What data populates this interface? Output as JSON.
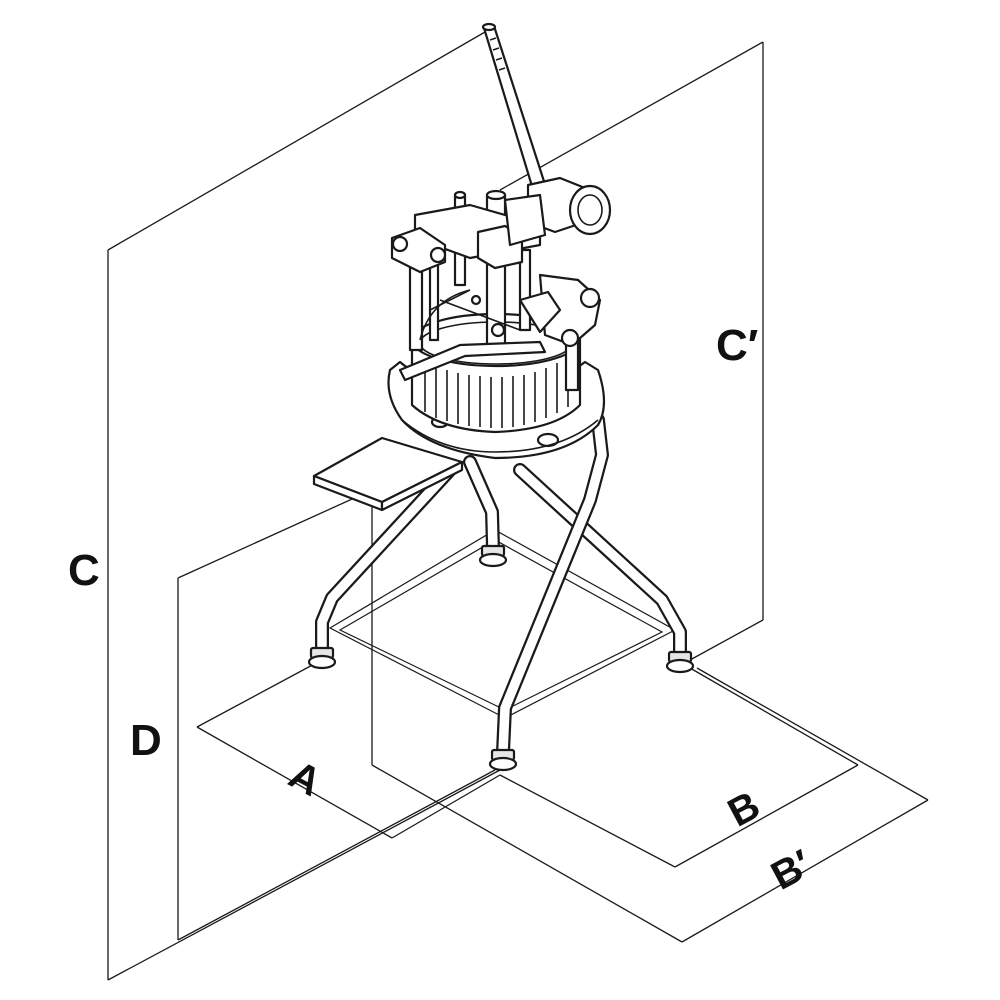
{
  "labels": {
    "a": "A",
    "b": "B",
    "b_prime": "B′",
    "c": "C",
    "c_prime": "C′",
    "d": "D"
  },
  "colors": {
    "line": "#1a1a1a",
    "background": "#ffffff",
    "shade": "#e6e6e6"
  }
}
